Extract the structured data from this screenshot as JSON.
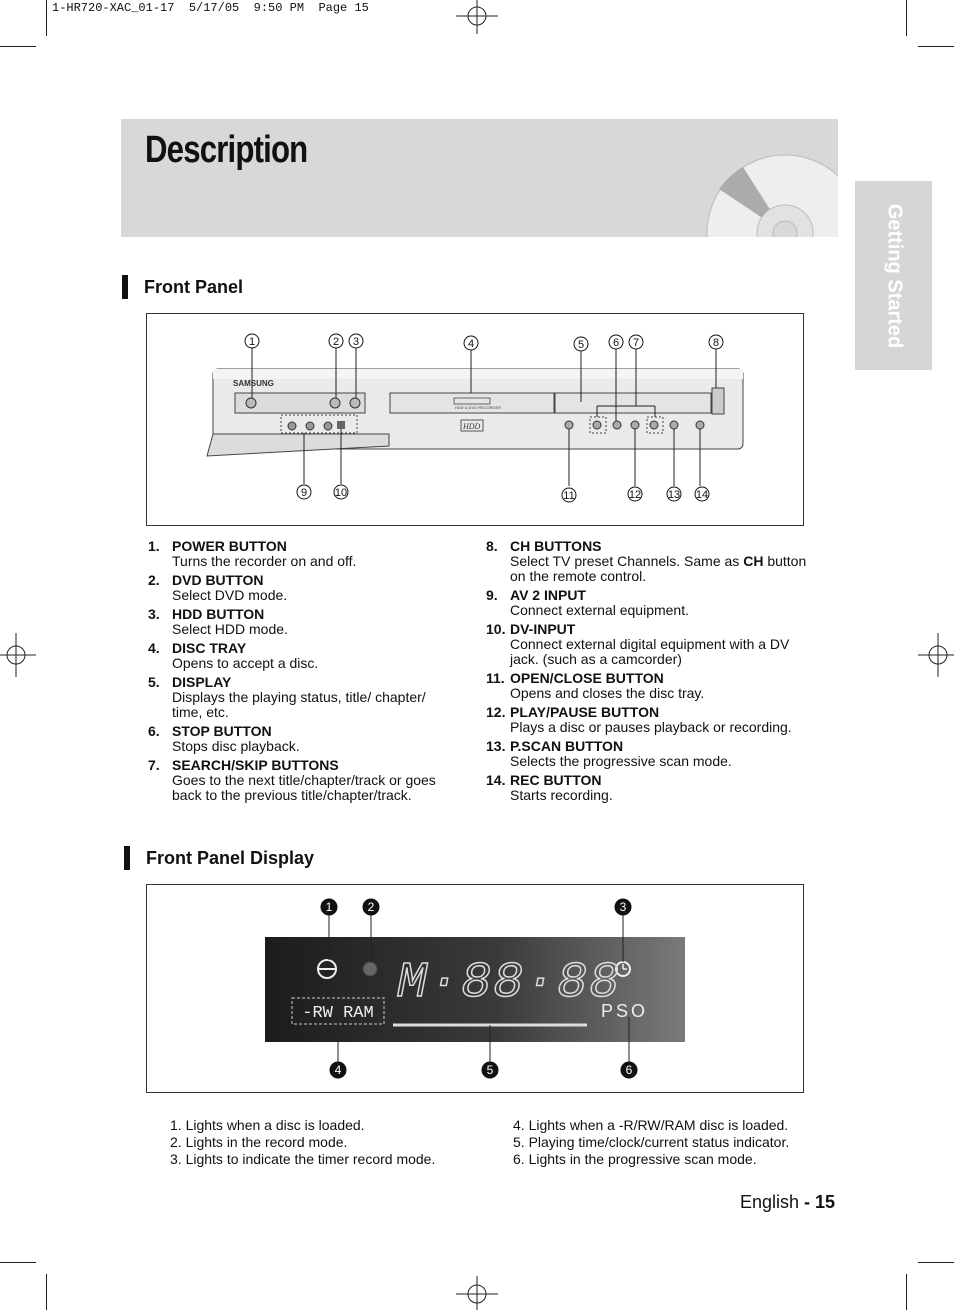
{
  "print_header": "1-HR720-XAC_01-17  5/17/05  9:50 PM  Page 15",
  "title": "Description",
  "side_tab": "Getting Started",
  "front_panel": {
    "heading": "Front Panel",
    "device_labels": {
      "brand": "SAMSUNG",
      "hdd": "HDD",
      "tray_text": "HDD & DVD RECORDER"
    },
    "callouts_top": [
      "1",
      "2",
      "3",
      "4",
      "5",
      "6",
      "7",
      "8"
    ],
    "callouts_bottom": [
      "9",
      "10",
      "11",
      "12",
      "13",
      "14"
    ],
    "items_left": [
      {
        "num": "1.",
        "head": "POWER BUTTON",
        "body": "Turns the recorder on and off."
      },
      {
        "num": "2.",
        "head": "DVD BUTTON",
        "body": "Select DVD mode."
      },
      {
        "num": "3.",
        "head": "HDD BUTTON",
        "body": "Select HDD mode."
      },
      {
        "num": "4.",
        "head": "DISC TRAY",
        "body": "Opens to accept a disc."
      },
      {
        "num": "5.",
        "head": "DISPLAY",
        "body": "Displays the playing status, title/ chapter/ time, etc."
      },
      {
        "num": "6.",
        "head": "STOP BUTTON",
        "body": "Stops disc playback."
      },
      {
        "num": "7.",
        "head": "SEARCH/SKIP BUTTONS",
        "body": "Goes to the next title/chapter/track or goes back to the previous title/chapter/track."
      }
    ],
    "items_right": [
      {
        "num": "8.",
        "head": "CH BUTTONS",
        "body_pre": "Select TV preset Channels. Same as ",
        "body_bold": "CH",
        "body_post": " button on the remote control."
      },
      {
        "num": "9.",
        "head": "AV 2 INPUT",
        "body": "Connect external equipment."
      },
      {
        "num": "10.",
        "head": "DV-INPUT",
        "body": "Connect external digital equipment with a DV jack. (such as a camcorder)"
      },
      {
        "num": "11.",
        "head": "OPEN/CLOSE BUTTON",
        "body": "Opens and closes the disc tray."
      },
      {
        "num": "12.",
        "head": "PLAY/PAUSE BUTTON",
        "body": "Plays a disc or pauses playback or recording."
      },
      {
        "num": "13.",
        "head": "P.SCAN BUTTON",
        "body": "Selects the progressive scan mode."
      },
      {
        "num": "14.",
        "head": "REC BUTTON",
        "body": "Starts recording."
      }
    ]
  },
  "front_panel_display": {
    "heading": "Front Panel Display",
    "callouts": [
      "1",
      "2",
      "3",
      "4",
      "5",
      "6"
    ],
    "lcd": {
      "media_label": "-RW RAM",
      "segments_top": "M·88·88",
      "pso": "PSO"
    },
    "notes_left": [
      "1. Lights when a disc is loaded.",
      "2. Lights in the record mode.",
      "3. Lights to indicate the timer record mode."
    ],
    "notes_right": [
      "4. Lights when a -R/RW/RAM disc is loaded.",
      "5. Playing time/clock/current status indicator.",
      "6. Lights in the progressive scan mode."
    ]
  },
  "page": {
    "language": "English",
    "separator": " - ",
    "number": "15"
  }
}
